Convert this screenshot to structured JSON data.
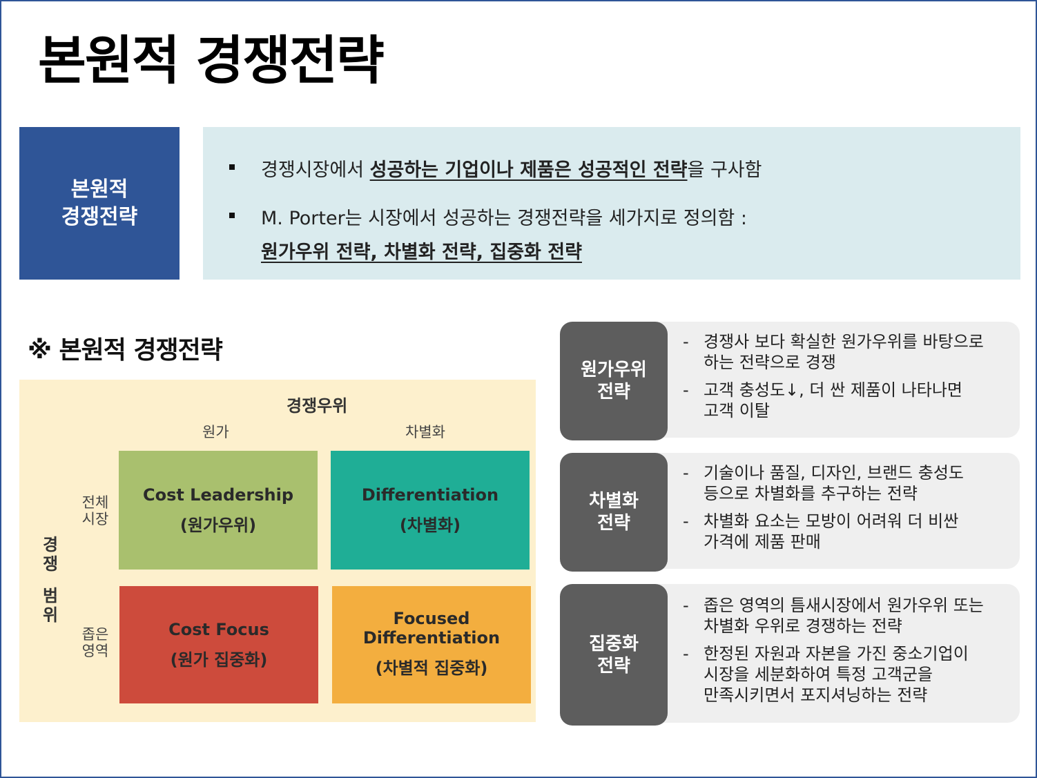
{
  "title": "본원적 경쟁전략",
  "definition": {
    "label_line1": "본원적",
    "label_line2": "경쟁전략",
    "bullets": [
      {
        "pre": "경쟁시장에서 ",
        "emph": "성공하는 기업이나 제품은 성공적인 전략",
        "post": "을 구사함"
      },
      {
        "line1": "M. Porter는 시장에서 성공하는 경쟁전략을 세가지로 정의함 :",
        "line2_emph": "원가우위 전략, 차별화 전략, 집중화 전략"
      }
    ]
  },
  "matrix": {
    "section_title": "※ 본원적 경쟁전략",
    "x_axis_title": "경쟁우위",
    "columns": [
      "원가",
      "차별화"
    ],
    "y_axis_title": [
      "경",
      "쟁",
      "범",
      "위"
    ],
    "rows": [
      {
        "line1": "전체",
        "line2": "시장"
      },
      {
        "line1": "좁은",
        "line2": "영역"
      }
    ],
    "cells": [
      {
        "en": "Cost Leadership",
        "en2": "",
        "ko": "(원가우위)",
        "color": "#a9c06e"
      },
      {
        "en": "Differentiation",
        "en2": "",
        "ko": "(차별화)",
        "color": "#1fae96"
      },
      {
        "en": "Cost Focus",
        "en2": "",
        "ko": "(원가 집중화)",
        "color": "#cd4b3c"
      },
      {
        "en": "Focused",
        "en2": "Differentiation",
        "ko": "(차별적 집중화)",
        "color": "#f3ae3f"
      }
    ]
  },
  "strategies": [
    {
      "label_line1": "원가우위",
      "label_line2": "전략",
      "items": [
        {
          "dash": "-",
          "line1": "경쟁사 보다 확실한 원가우위를 바탕으로",
          "line2": "하는 전략으로 경쟁",
          "line3": ""
        },
        {
          "dash": "-",
          "line1": "고객 충성도↓, 더 싼 제품이 나타나면",
          "line2": "고객 이탈",
          "line3": ""
        }
      ]
    },
    {
      "label_line1": "차별화",
      "label_line2": "전략",
      "items": [
        {
          "dash": "-",
          "line1": "기술이나 품질, 디자인, 브랜드 충성도",
          "line2": "등으로 차별화를 추구하는 전략",
          "line3": ""
        },
        {
          "dash": "-",
          "line1": "차별화 요소는 모방이 어려워 더 비싼",
          "line2": "가격에 제품 판매",
          "line3": ""
        }
      ]
    },
    {
      "label_line1": "집중화",
      "label_line2": "전략",
      "items": [
        {
          "dash": "-",
          "line1": "좁은 영역의 틈새시장에서 원가우위 또는",
          "line2": "차별화 우위로 경쟁하는 전략",
          "line3": ""
        },
        {
          "dash": "-",
          "line1": "한정된 자원과 자본을 가진 중소기업이",
          "line2": "시장을 세분화하여 특정 고객군을",
          "line3": "만족시키면서 포지셔닝하는 전략"
        }
      ]
    }
  ],
  "colors": {
    "frame": "#2f5597",
    "definition_label_bg": "#2f5597",
    "definition_box_bg": "#daebee",
    "matrix_bg": "#fdf0cd",
    "strategy_label_bg": "#5d5d5d",
    "strategy_body_bg": "#efefef"
  }
}
